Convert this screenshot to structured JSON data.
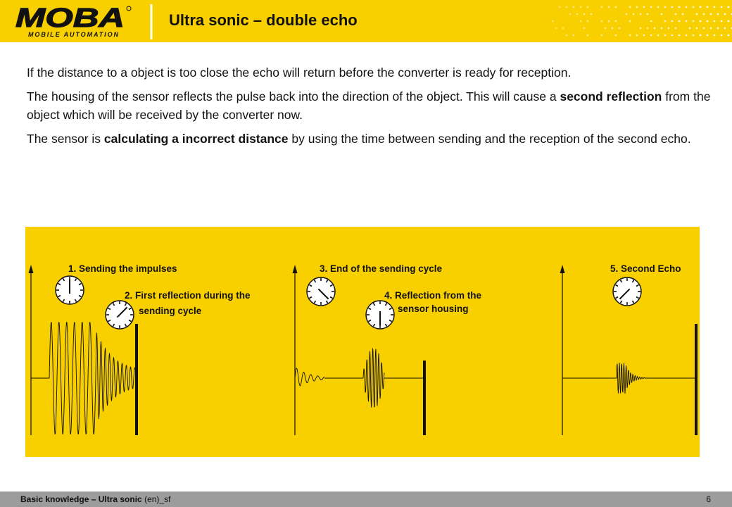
{
  "header": {
    "brand": "MOBA",
    "brand_sub": "MOBILE AUTOMATION",
    "title": "Ultra sonic – double echo"
  },
  "body": {
    "p1": "If the distance to a object is too close the echo will return before the converter is ready for reception.",
    "p2_a": "The housing of the sensor reflects the pulse back into the direction of the object. This will cause a ",
    "p2_bold": "second reflection",
    "p2_b": " from the object which will be received by the converter now.",
    "p3_a": "The sensor is ",
    "p3_bold": "calculating a incorrect distance",
    "p3_b": " by using the time between sending and the reception of the second echo."
  },
  "diagram": {
    "step1": "1.  Sending the impulses",
    "step2_line1": "2. First reflection during the",
    "step2_line2": "sending cycle",
    "step3": "3. End of the sending cycle",
    "step4_line1": "4. Reflection from the",
    "step4_line2": "sensor housing",
    "step5": "5. Second Echo"
  },
  "footer": {
    "bold": "Basic knowledge – Ultra sonic",
    "rest": " (en)_sf",
    "page": "6"
  },
  "colors": {
    "accent": "#f8d000",
    "footer": "#9c9c9c",
    "ink": "#111111"
  }
}
